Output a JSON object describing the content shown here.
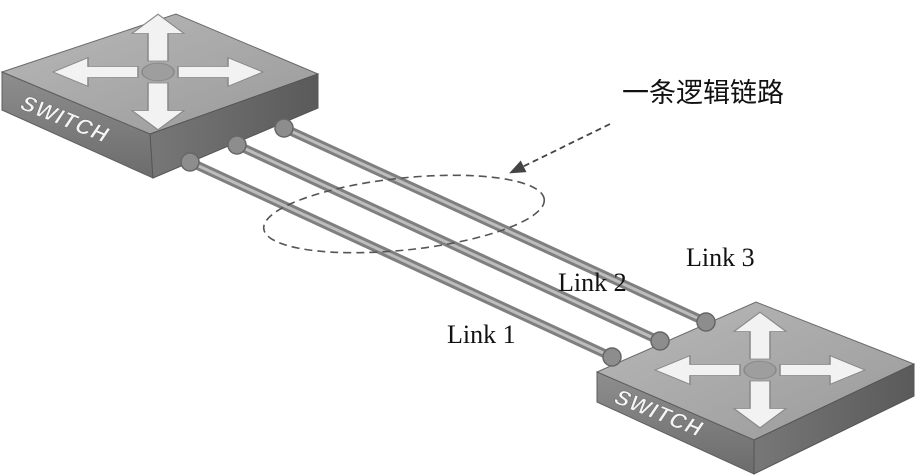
{
  "annotation": {
    "logical_link_label": "一条逻辑链路"
  },
  "switches": {
    "top_left": {
      "label": "SWITCH"
    },
    "bottom_right": {
      "label": "SWITCH"
    }
  },
  "links": [
    {
      "label": "Link 1"
    },
    {
      "label": "Link 2"
    },
    {
      "label": "Link 3"
    }
  ],
  "colors": {
    "switch_top": "#a9a9a9",
    "switch_side": "#6e6e6e",
    "switch_front": "#858585",
    "cable": "#8a8a8a",
    "port": "#8d8d8d",
    "dashed": "#555555"
  }
}
